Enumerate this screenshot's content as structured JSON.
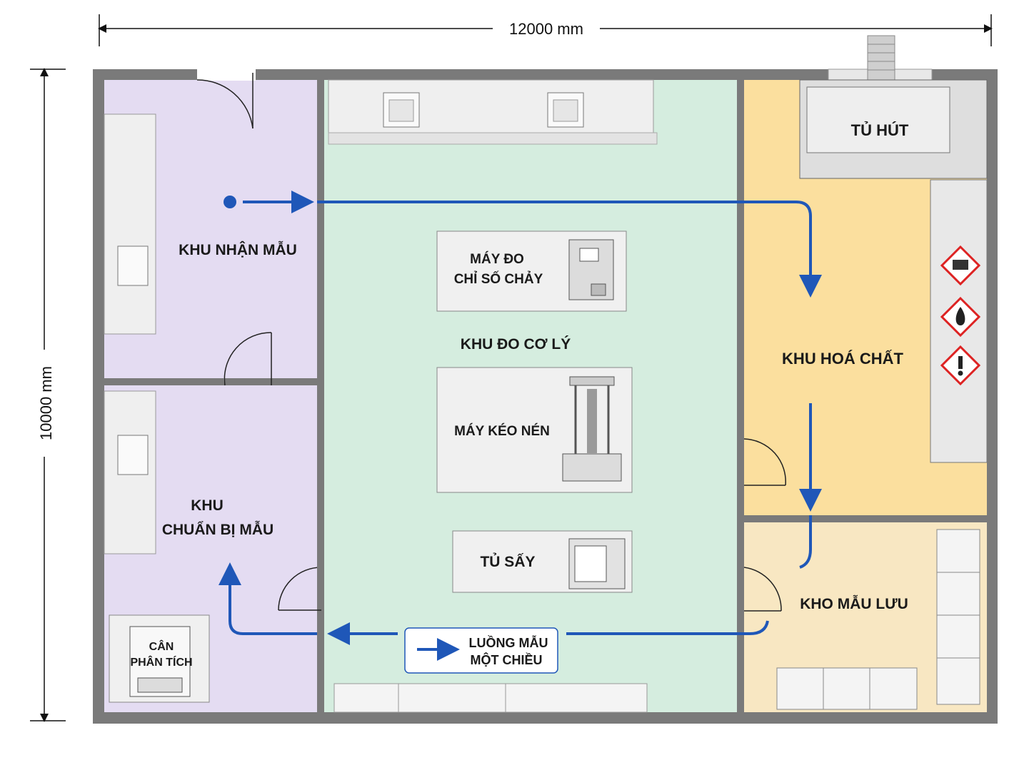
{
  "dimensions": {
    "width_label": "12000 mm",
    "height_label": "10000 mm"
  },
  "rooms": {
    "reception": {
      "label": "KHU NHẬN MẪU",
      "color": "#e4dcf2"
    },
    "preparation": {
      "label_line1": "KHU",
      "label_line2": "CHUẨN BỊ MẪU",
      "color": "#e4dcf2"
    },
    "mechanical": {
      "label": "KHU ĐO CƠ LÝ",
      "color": "#d5eddf"
    },
    "chemical": {
      "label": "KHU HOÁ CHẤT",
      "color": "#fbdf9e"
    },
    "storage": {
      "label": "KHO MẪU LƯU",
      "color": "#f8e7c2"
    }
  },
  "equipment": {
    "fume_hood": "TỦ HÚT",
    "melt_flow": {
      "line1": "MÁY ĐO",
      "line2": "CHỈ SỐ CHẢY"
    },
    "tensile": "MÁY KÉO NÉN",
    "oven": "TỦ SẤY",
    "balance": {
      "line1": "CÂN",
      "line2": "PHÂN TÍCH"
    }
  },
  "hazard_icons": [
    "corrosive-icon",
    "flammable-icon",
    "exclamation-icon"
  ],
  "legend": {
    "line1": "LUỒNG MẪU",
    "line2": "MỘT CHIỀU"
  },
  "colors": {
    "flow": "#1f57b8",
    "wall": "#6a6a6a"
  }
}
